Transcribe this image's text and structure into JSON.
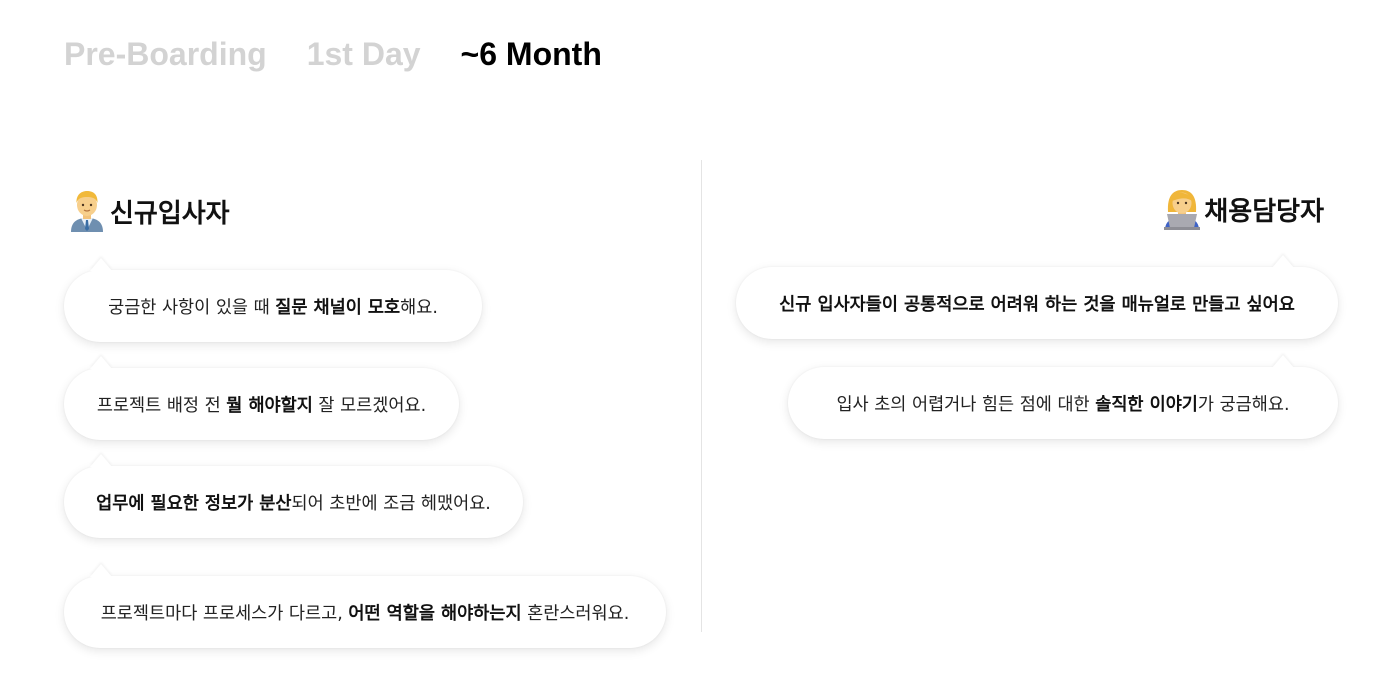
{
  "tabs": [
    {
      "label": "Pre-Boarding",
      "active": false
    },
    {
      "label": "1st Day",
      "active": false
    },
    {
      "label": "~6 Month",
      "active": true
    }
  ],
  "personas": {
    "new_hire": {
      "label": "신규입사자",
      "icon": "office-worker-man-icon",
      "quotes": [
        {
          "pre": "궁금한 사항이 있을 때 ",
          "bold": "질문 채널이 모호",
          "post": "해요."
        },
        {
          "pre": "프로젝트 배정 전 ",
          "bold": "뭘 해야할지",
          "post": " 잘 모르겠어요."
        },
        {
          "pre": "",
          "bold": "업무에 필요한 정보가 분산",
          "post": "되어 초반에 조금 헤맸어요."
        },
        {
          "pre": "프로젝트마다 프로세스가 다르고, ",
          "bold": "어떤 역할을 해야하는지",
          "post": " 혼란스러워요."
        }
      ]
    },
    "recruiter": {
      "label": "채용담당자",
      "icon": "person-with-laptop-icon",
      "quotes": [
        {
          "pre": "",
          "bold": "신규 입사자들이 공통적으로 어려워 하는 것을 매뉴얼로 만들고 싶어요",
          "post": ""
        },
        {
          "pre": "입사 초의 어렵거나 힘든 점에 대한 ",
          "bold": "솔직한 이야기",
          "post": "가 궁금해요."
        }
      ]
    }
  },
  "colors": {
    "tab_inactive": "#d3d3d3",
    "tab_active": "#000000",
    "divider": "#e4e4e4"
  }
}
